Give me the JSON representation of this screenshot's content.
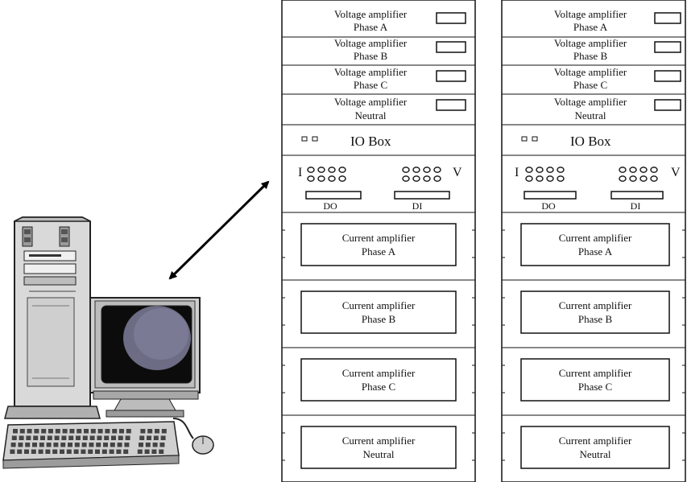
{
  "racks": [
    {
      "voltage_amplifiers": [
        {
          "line1": "Voltage amplifier",
          "line2": "Phase A"
        },
        {
          "line1": "Voltage amplifier",
          "line2": "Phase B"
        },
        {
          "line1": "Voltage amplifier",
          "line2": "Phase C"
        },
        {
          "line1": "Voltage amplifier",
          "line2": "Neutral"
        }
      ],
      "io_box": {
        "label": "IO Box",
        "i_label": "I",
        "v_label": "V",
        "do_label": "DO",
        "di_label": "DI"
      },
      "current_amplifiers": [
        {
          "line1": "Current amplifier",
          "line2": "Phase A"
        },
        {
          "line1": "Current amplifier",
          "line2": "Phase B"
        },
        {
          "line1": "Current amplifier",
          "line2": "Phase C"
        },
        {
          "line1": "Current amplifier",
          "line2": "Neutral"
        }
      ]
    },
    {
      "voltage_amplifiers": [
        {
          "line1": "Voltage amplifier",
          "line2": "Phase A"
        },
        {
          "line1": "Voltage amplifier",
          "line2": "Phase B"
        },
        {
          "line1": "Voltage amplifier",
          "line2": "Phase C"
        },
        {
          "line1": "Voltage amplifier",
          "line2": "Neutral"
        }
      ],
      "io_box": {
        "label": "IO Box",
        "i_label": "I",
        "v_label": "V",
        "do_label": "DO",
        "di_label": "DI"
      },
      "current_amplifiers": [
        {
          "line1": "Current amplifier",
          "line2": "Phase A"
        },
        {
          "line1": "Current amplifier",
          "line2": "Phase B"
        },
        {
          "line1": "Current amplifier",
          "line2": "Phase C"
        },
        {
          "line1": "Current amplifier",
          "line2": "Neutral"
        }
      ]
    }
  ],
  "computer": {
    "icons": [
      "tower-icon",
      "monitor-icon",
      "keyboard-icon",
      "mouse-icon"
    ]
  },
  "connector": {
    "icon": "double-arrow-icon"
  }
}
